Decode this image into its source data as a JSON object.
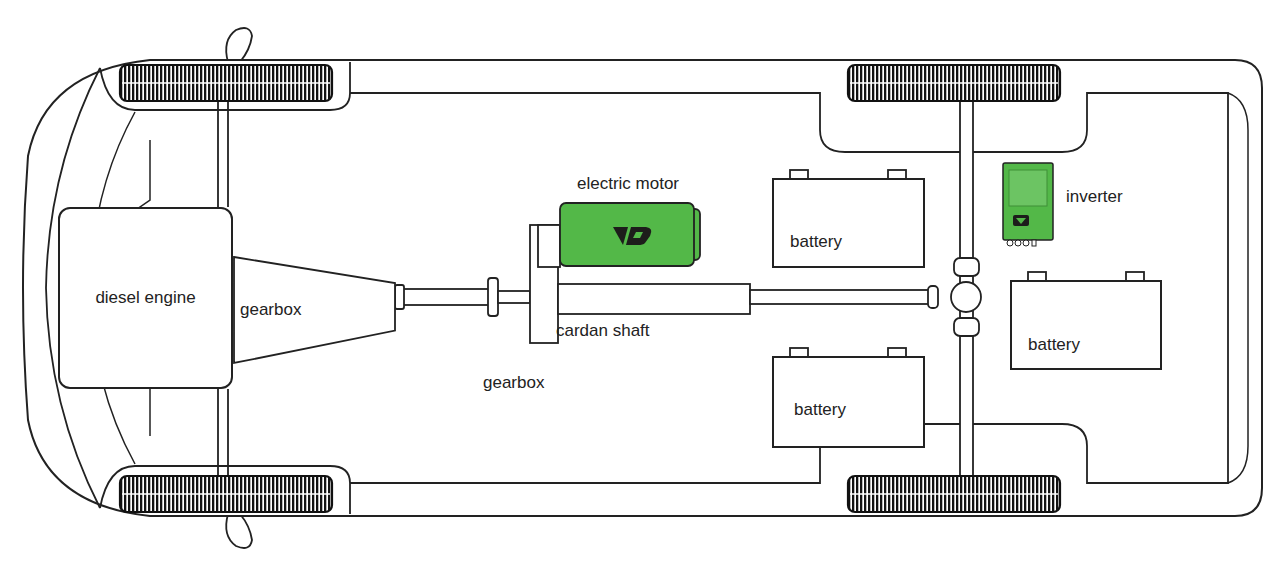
{
  "diagram": {
    "nodes": [
      {
        "text": [
          "diesel engine"
        ]
      },
      {
        "text": [
          "gearbox"
        ]
      },
      {
        "text": [
          "battery"
        ]
      },
      {
        "text": [
          "battery"
        ]
      },
      {
        "text": [
          "battery"
        ]
      }
    ],
    "labels": [
      "electric motor",
      "inverter",
      "gearbox",
      "cardan shaft"
    ]
  }
}
